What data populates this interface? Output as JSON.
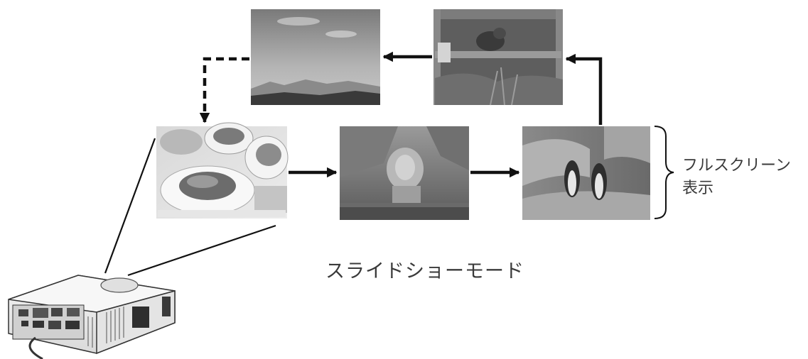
{
  "labels": {
    "fullscreen_line1": "フルスクリーン",
    "fullscreen_line2": "表示",
    "mode": "スライドショーモード"
  },
  "slides": [
    {
      "name": "food-photo",
      "order": 1
    },
    {
      "name": "lion-photo",
      "order": 2
    },
    {
      "name": "penguins-photo",
      "order": 3
    },
    {
      "name": "red-panda-photo",
      "order": 4
    },
    {
      "name": "landscape-photo",
      "order": 5
    }
  ],
  "colors": {
    "arrow": "#111111",
    "label_text": "#3a3a3a",
    "photo_light": "#d9d9d9",
    "photo_dark": "#3c3c3c"
  },
  "icons": [
    "projector-icon",
    "right-arrow-icon",
    "up-arrow-icon",
    "left-arrow-icon",
    "down-dashed-arrow-icon",
    "brace-icon"
  ]
}
